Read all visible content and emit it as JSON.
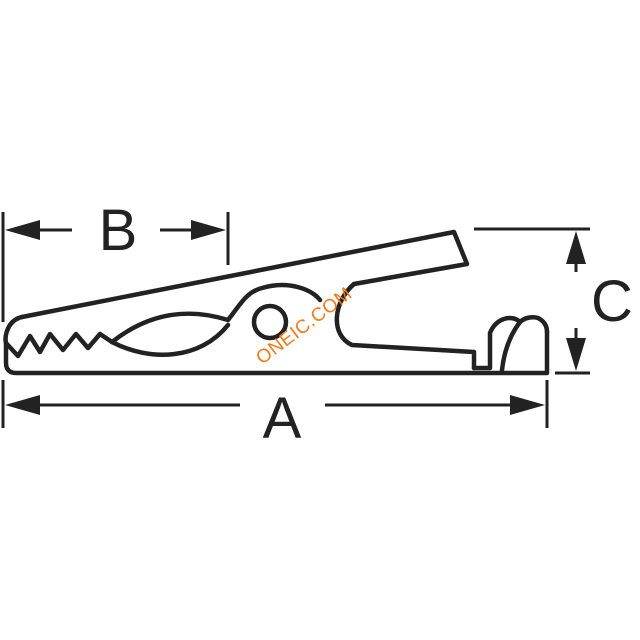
{
  "dimensions": {
    "a_label": "A",
    "b_label": "B",
    "c_label": "C"
  },
  "watermark": {
    "text": "ONEIC.COM",
    "color": "#f07a1a"
  },
  "colors": {
    "line": "#222222",
    "background": "#ffffff"
  }
}
